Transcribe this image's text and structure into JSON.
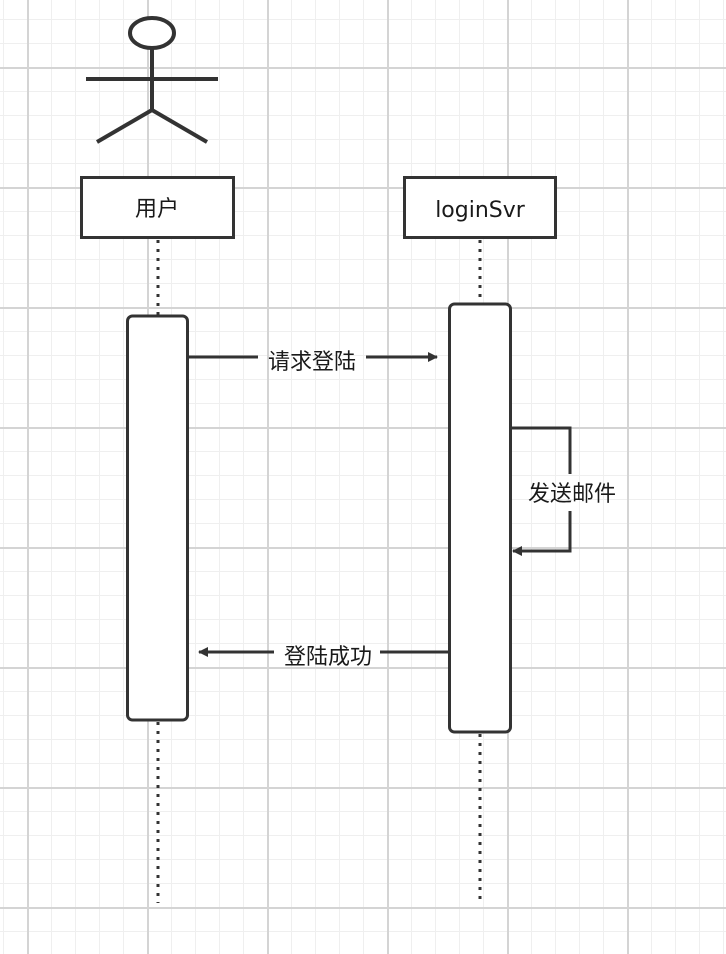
{
  "participants": {
    "user": "用户",
    "server": "loginSvr"
  },
  "messages": {
    "request_login": "请求登陆",
    "send_email": "发送邮件",
    "login_success": "登陆成功"
  },
  "colors": {
    "stroke": "#333333",
    "grid_major": "#d4d4d4",
    "grid_minor": "#efefef"
  }
}
